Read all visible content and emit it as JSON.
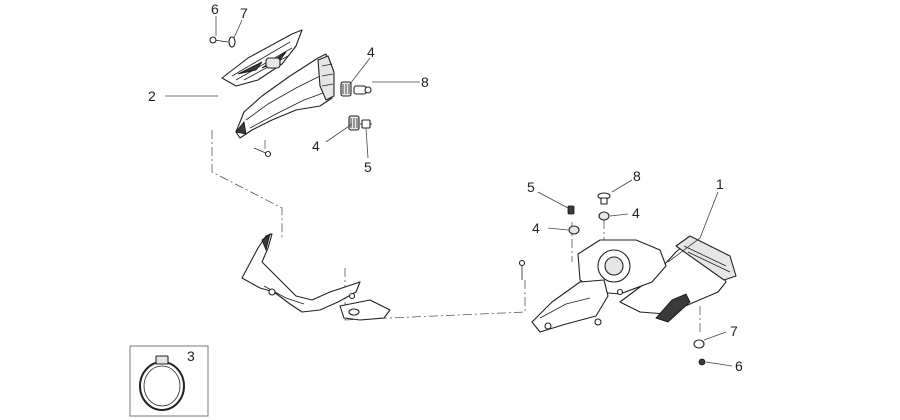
{
  "diagram": {
    "callouts": {
      "l1": "1",
      "l2": "2",
      "l3": "3",
      "l4a": "4",
      "l4b": "4",
      "l4c": "4",
      "l4d": "4",
      "l5a": "5",
      "l5b": "5",
      "l6a": "6",
      "l6b": "6",
      "l7a": "7",
      "l7b": "7",
      "l8a": "8",
      "l8b": "8"
    }
  }
}
